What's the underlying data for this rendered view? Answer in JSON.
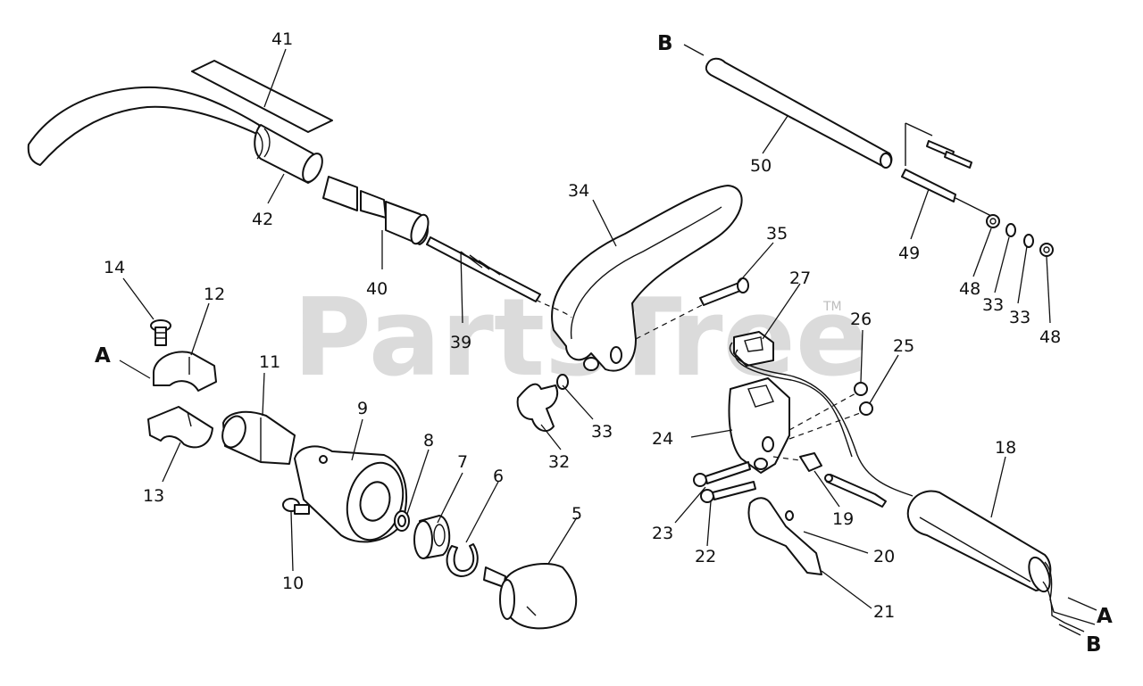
{
  "watermark": {
    "text": "PartsTree",
    "trademark": "TM"
  },
  "callouts": [
    {
      "id": "41",
      "text": "41"
    },
    {
      "id": "42",
      "text": "42"
    },
    {
      "id": "40",
      "text": "40"
    },
    {
      "id": "39",
      "text": "39"
    },
    {
      "id": "14",
      "text": "14"
    },
    {
      "id": "12",
      "text": "12"
    },
    {
      "id": "11",
      "text": "11"
    },
    {
      "id": "9",
      "text": "9"
    },
    {
      "id": "13",
      "text": "13"
    },
    {
      "id": "10",
      "text": "10"
    },
    {
      "id": "8",
      "text": "8"
    },
    {
      "id": "7",
      "text": "7"
    },
    {
      "id": "6",
      "text": "6"
    },
    {
      "id": "5",
      "text": "5"
    },
    {
      "id": "34",
      "text": "34"
    },
    {
      "id": "35",
      "text": "35"
    },
    {
      "id": "27",
      "text": "27"
    },
    {
      "id": "32",
      "text": "32"
    },
    {
      "id": "33a",
      "text": "33"
    },
    {
      "id": "50",
      "text": "50"
    },
    {
      "id": "49",
      "text": "49"
    },
    {
      "id": "48a",
      "text": "48"
    },
    {
      "id": "33b",
      "text": "33"
    },
    {
      "id": "33c",
      "text": "33"
    },
    {
      "id": "48b",
      "text": "48"
    },
    {
      "id": "26",
      "text": "26"
    },
    {
      "id": "25",
      "text": "25"
    },
    {
      "id": "24",
      "text": "24"
    },
    {
      "id": "18",
      "text": "18"
    },
    {
      "id": "23",
      "text": "23"
    },
    {
      "id": "22",
      "text": "22"
    },
    {
      "id": "19",
      "text": "19"
    },
    {
      "id": "20",
      "text": "20"
    },
    {
      "id": "21",
      "text": "21"
    }
  ],
  "connectors": [
    {
      "id": "B-top",
      "text": "B"
    },
    {
      "id": "A-left",
      "text": "A"
    },
    {
      "id": "A-right",
      "text": "A"
    },
    {
      "id": "B-bottom",
      "text": "B"
    }
  ]
}
